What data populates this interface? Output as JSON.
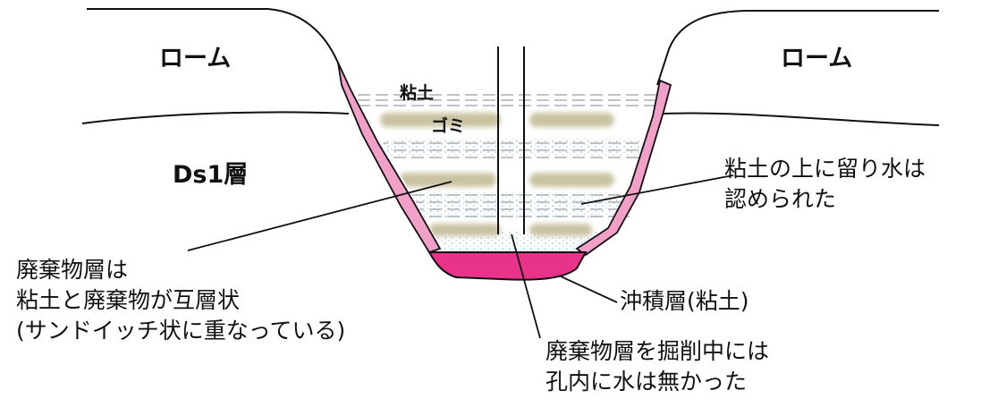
{
  "labels": {
    "loam_left": "ローム",
    "loam_right": "ローム",
    "clay_top": "粘土",
    "garbage": "ゴミ",
    "ds1": "Ds1層",
    "waste_layer_line1": "廃棄物層は",
    "waste_layer_line2": "粘土と廃棄物が互層状",
    "waste_layer_line3": "(サンドイッチ状に重なっている)",
    "perched_water_line1": "粘土の上に留り水は",
    "perched_water_line2": "認められた",
    "alluvial": "沖積層(粘土)",
    "no_water_line1": "廃棄物層を掘削中には",
    "no_water_line2": "孔内に水は無かった"
  },
  "colors": {
    "outline": "#111111",
    "pink_liner": "#f2a0c8",
    "magenta_base": "#e8338a",
    "garbage_band": "#c9c3a2",
    "water_dots": "#b7d3e6",
    "clay_dash": "#9aa0a6"
  }
}
